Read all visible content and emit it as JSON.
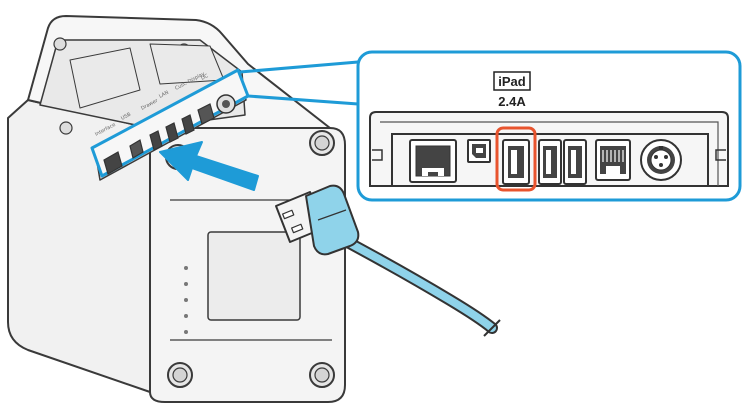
{
  "callout": {
    "port_label": "iPad",
    "current_label": "2.4A"
  },
  "printer_panel_labels": [
    "Interface",
    "USB",
    "Drawer",
    "LAN",
    "Cust. Display",
    "DC"
  ],
  "colors": {
    "callout_border": "#1e9bd7",
    "highlight": "#e8542e",
    "arrow": "#1e9bd7",
    "cable": "#8fd3ea",
    "outline": "#3a3a3a",
    "body": "#f4f4f4"
  },
  "icons": [
    "printer-illustration",
    "usb-cable-icon",
    "insert-arrow-icon",
    "lan-port-icon",
    "usb-b-port-icon",
    "usb-a-port-icon",
    "modular-port-icon",
    "dc-jack-icon"
  ]
}
